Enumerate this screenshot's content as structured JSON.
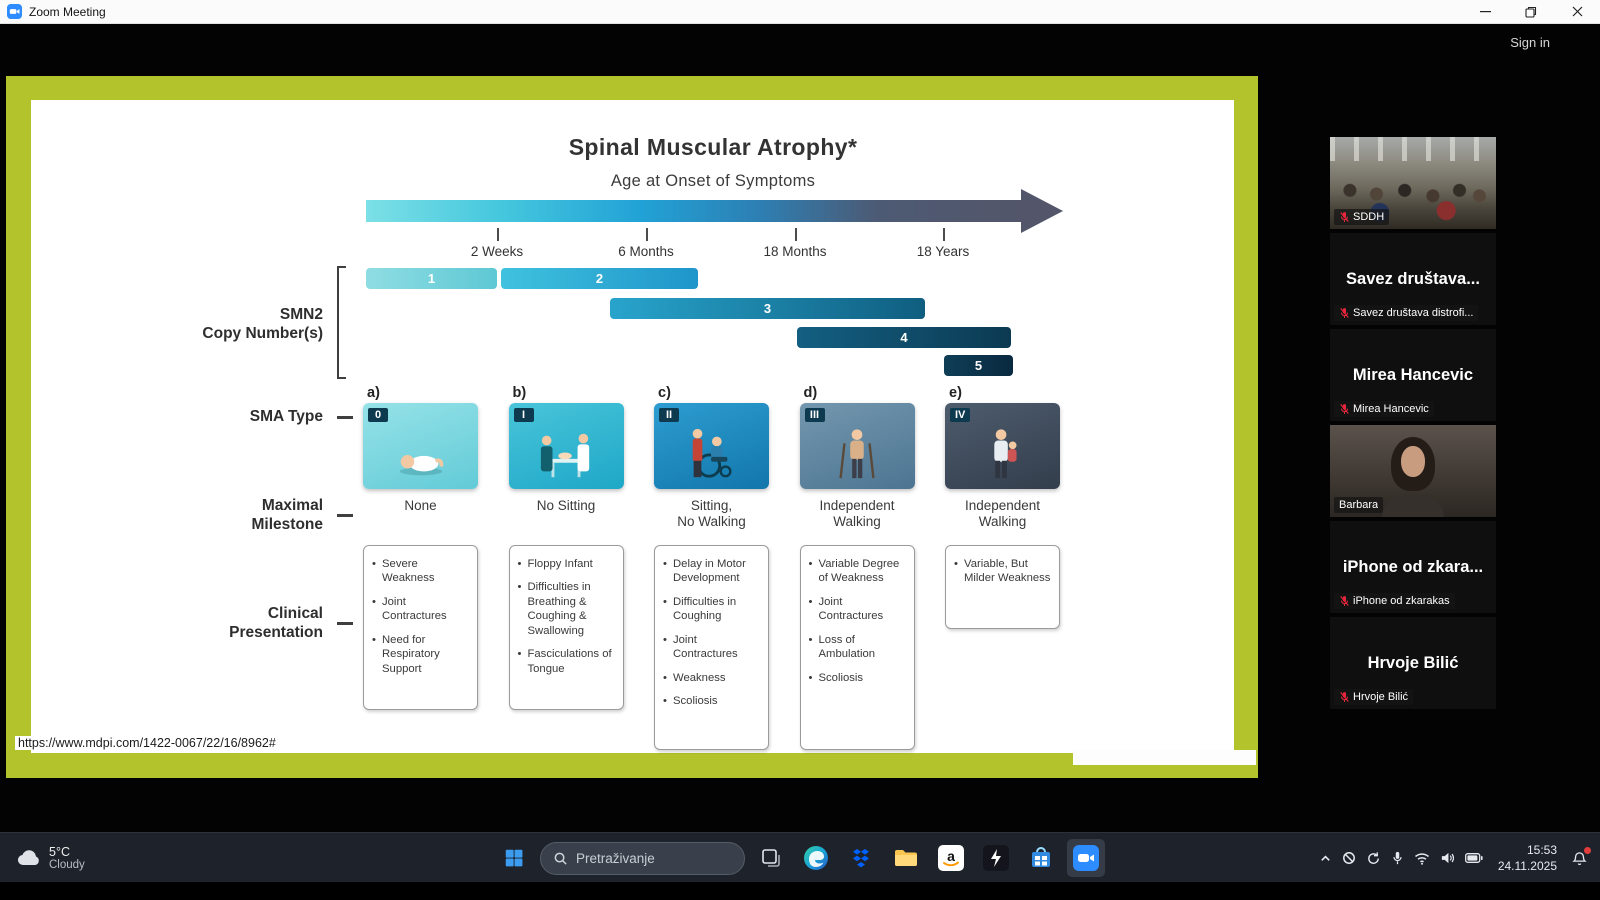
{
  "window": {
    "app_title": "Zoom Meeting",
    "sign_in_label": "Sign in"
  },
  "slide": {
    "title": "Spinal Muscular Atrophy*",
    "subtitle": "Age at Onset of Symptoms",
    "url": "https://www.mdpi.com/1422-0067/22/16/8962#",
    "timeline_ticks": [
      "2 Weeks",
      "6 Months",
      "18 Months",
      "18 Years"
    ],
    "copy_bar_labels": [
      "1",
      "2",
      "3",
      "4",
      "5"
    ],
    "row_labels": {
      "smn2": "SMN2\nCopy Number(s)",
      "sma_type": "SMA Type",
      "milestone": "Maximal\nMilestone",
      "clinical": "Clinical\nPresentation"
    },
    "types": [
      {
        "letter": "a)",
        "roman": "0",
        "illustration": "lying-infant",
        "milestone": "None",
        "clinical": [
          "Severe Weakness",
          "Joint Contractures",
          "Need for Respiratory Support"
        ]
      },
      {
        "letter": "b)",
        "roman": "I",
        "illustration": "infant-exam-table",
        "milestone": "No Sitting",
        "clinical": [
          "Floppy Infant",
          "Difficulties in Breathing & Coughing & Swallowing",
          "Fasciculations of Tongue"
        ]
      },
      {
        "letter": "c)",
        "roman": "II",
        "illustration": "wheelchair-user",
        "milestone": "Sitting,\nNo Walking",
        "clinical": [
          "Delay in Motor Development",
          "Difficulties in Coughing",
          "Joint Contractures",
          "Weakness",
          "Scoliosis"
        ]
      },
      {
        "letter": "d)",
        "roman": "III",
        "illustration": "person-with-crutches",
        "milestone": "Independent\nWalking",
        "clinical": [
          "Variable Degree of Weakness",
          "Joint Contractures",
          "Loss of Ambulation",
          "Scoliosis"
        ]
      },
      {
        "letter": "e)",
        "roman": "IV",
        "illustration": "adult-holding-child",
        "milestone": "Independent\nWalking",
        "clinical": [
          "Variable, But Milder Weakness"
        ]
      }
    ]
  },
  "participants": [
    {
      "kind": "video",
      "video": "room",
      "name_label": "SDDH",
      "muted": true,
      "active_speaker": false
    },
    {
      "kind": "name",
      "display_name": "Savez društava...",
      "name_label": "Savez društava distrofi...",
      "muted": true,
      "active_speaker": false
    },
    {
      "kind": "name",
      "display_name": "Mirea Hancevic",
      "name_label": "Mirea Hancevic",
      "muted": true,
      "active_speaker": false
    },
    {
      "kind": "video",
      "video": "person",
      "name_label": "Barbara",
      "muted": false,
      "active_speaker": true
    },
    {
      "kind": "name",
      "display_name": "iPhone od zkara...",
      "name_label": "iPhone od zkarakas",
      "muted": true,
      "active_speaker": false
    },
    {
      "kind": "name",
      "display_name": "Hrvoje Bilić",
      "name_label": "Hrvoje Bilić",
      "muted": true,
      "active_speaker": false
    }
  ],
  "taskbar": {
    "weather": {
      "temperature": "5°C",
      "condition": "Cloudy"
    },
    "search_placeholder": "Pretraživanje",
    "apps": [
      "task-view",
      "edge",
      "dropbox",
      "file-explorer",
      "amazon",
      "lightning",
      "store",
      "zoom"
    ],
    "active_app": "zoom",
    "tray_icons": [
      "chevron-up",
      "blocked",
      "sync",
      "microphone",
      "wifi",
      "volume",
      "battery"
    ],
    "clock": {
      "time": "15:53",
      "date": "24.11.2025"
    },
    "notification_badge": true
  }
}
